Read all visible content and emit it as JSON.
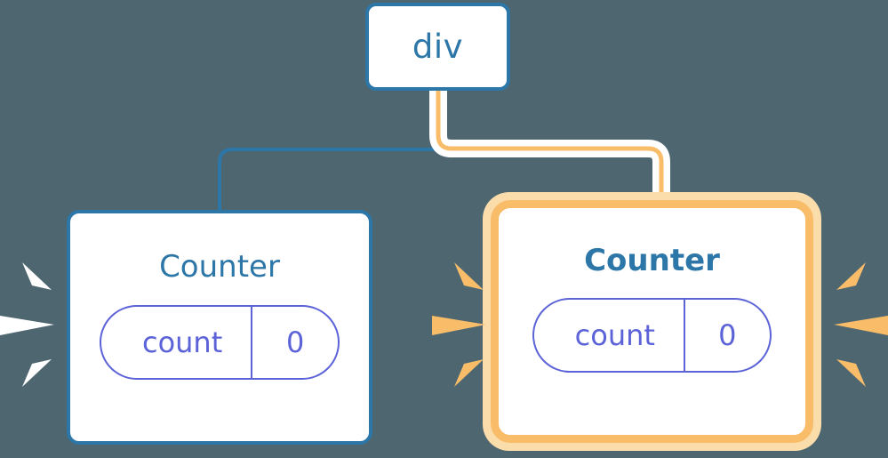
{
  "diagram": {
    "title": "Component tree with highlighted re-rendered Counter",
    "background_color": "#4d6670"
  },
  "palette": {
    "blue": "#2c76a8",
    "orange": "#f9bd6a",
    "orange_glow": "#fbdcab",
    "purple": "#5c63d8",
    "white": "#ffffff",
    "backdrop": "#4d6670"
  },
  "nodes": {
    "root": {
      "label": "div",
      "border_color": "#2c76a8",
      "highlighted": false
    },
    "counter_left": {
      "label": "Counter",
      "border_color": "#2c76a8",
      "highlighted": false,
      "state": {
        "key": "count",
        "value": "0",
        "color": "#5c63d8"
      }
    },
    "counter_right": {
      "label": "Counter",
      "border_color": "#f9bd6a",
      "highlighted": true,
      "state": {
        "key": "count",
        "value": "0",
        "color": "#5c63d8"
      }
    }
  },
  "edges": [
    {
      "name": "root-to-left-counter",
      "from": "root",
      "to": "counter_left",
      "color": "#2c76a8",
      "highlighted": false
    },
    {
      "name": "root-to-right-counter",
      "from": "root",
      "to": "counter_right",
      "color": "#f9bd6a",
      "halo_color": "#ffffff",
      "highlighted": true
    }
  ],
  "bursts": [
    {
      "name": "burst-far-left",
      "color": "#ffffff",
      "rays": 3,
      "side": "left-of-counter-left"
    },
    {
      "name": "burst-mid-left",
      "color": "#f9bd6a",
      "rays": 3,
      "side": "right-of-counter-left"
    },
    {
      "name": "burst-far-right",
      "color": "#f9bd6a",
      "rays": 3,
      "side": "right-of-counter-right"
    }
  ]
}
